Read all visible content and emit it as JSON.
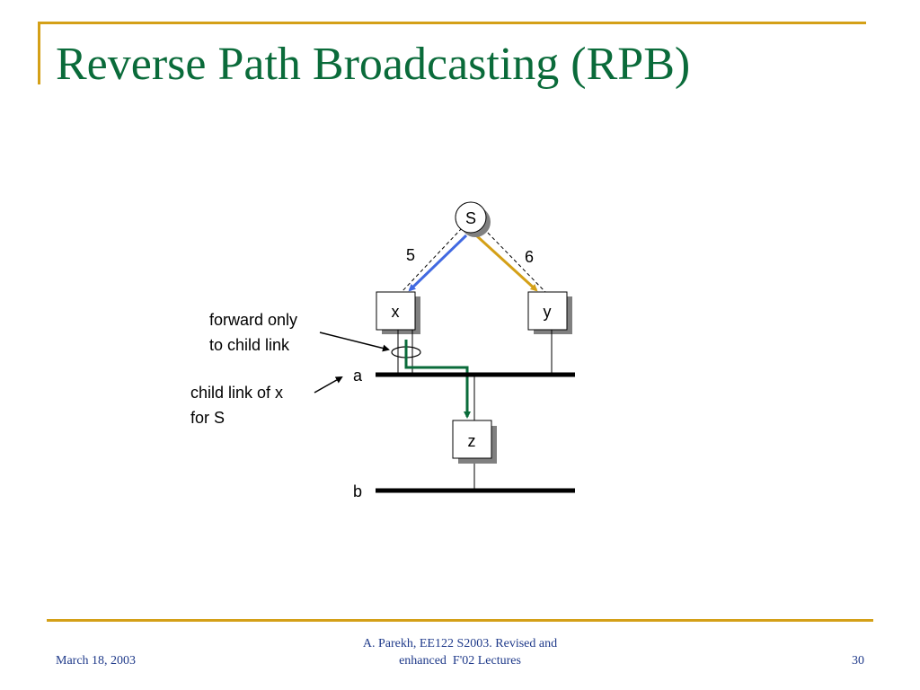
{
  "title": "Reverse Path Broadcasting (RPB)",
  "diagram": {
    "nodes": {
      "s": "S",
      "x": "x",
      "y": "y",
      "z": "z"
    },
    "link_costs": {
      "s_x": "5",
      "s_y": "6"
    },
    "lans": {
      "a": "a",
      "b": "b"
    },
    "annotations": {
      "forward_line1": "forward only",
      "forward_line2": "to child link",
      "child_line1": "child link of x",
      "child_line2": "for S"
    },
    "colors": {
      "path_to_x": "#4169e1",
      "path_to_y": "#d4a017",
      "forwarding_path": "#0a6b3a"
    }
  },
  "footer": {
    "date": "March 18, 2003",
    "center_line1": "A. Parekh, EE122 S2003. Revised and",
    "center_line2": "enhanced  F'02 Lectures",
    "page": "30"
  }
}
